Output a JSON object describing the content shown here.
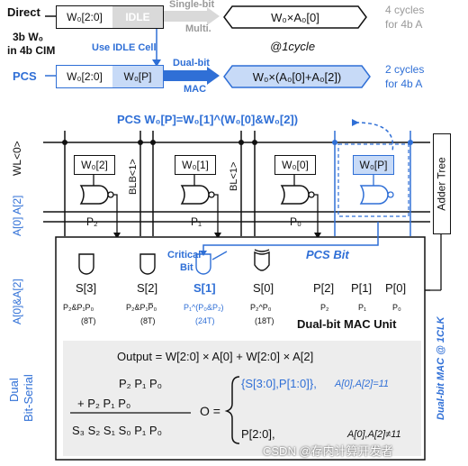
{
  "top": {
    "direct_label": "Direct",
    "cim_label_1": "3b W₀",
    "cim_label_2": "in 4b CIM",
    "direct_w": "W₀[2:0]",
    "direct_idle": "IDLE",
    "single_bit_1": "Single-bit",
    "single_bit_2": "Multi.",
    "direct_op": "W₀×A₀[0]",
    "direct_cycles_1": "4 cycles",
    "direct_cycles_2": "for 4b A",
    "use_idle": "Use IDLE Cell",
    "at_1cycle": "@1cycle",
    "pcs_label": "PCS",
    "pcs_w": "W₀[2:0]",
    "pcs_p": "W₀[P]",
    "dual_bit_1": "Dual-bit",
    "dual_bit_2": "MAC",
    "pcs_op": "W₀×(A₀[0]+A₀[2])",
    "pcs_cycles_1": "2 cycles",
    "pcs_cycles_2": "for 4b A"
  },
  "array": {
    "pcs_equation": "PCS W₀[P]=W₀[1]^(W₀[0]&W₀[2])",
    "wl": "WL<0>",
    "blb": "BLB<1>",
    "bl": "BL<1>",
    "a0a2": "A[0] A[2]",
    "cells": [
      "W₀[2]",
      "W₀[1]",
      "W₀[0]",
      "W₀[P]"
    ],
    "p_labels": [
      "P₂",
      "P₁",
      "P₀"
    ],
    "adder_tree": "Adder Tree"
  },
  "mac": {
    "critical_1": "Critical",
    "critical_2": "Bit",
    "pcs_bit": "PCS Bit",
    "s_labels": [
      "S[3]",
      "S[2]",
      "S[1]",
      "S[0]"
    ],
    "p_labels": [
      "P[2]",
      "P[1]",
      "P[0]"
    ],
    "s_exprs": [
      "P₂&P₁P₀",
      "P₂&P₁P̅₀",
      "P₁^(P₀&P₂)",
      "P₂^P₀"
    ],
    "s_sizes": [
      "(8T)",
      "(8T)",
      "(24T)",
      "(18T)"
    ],
    "p_subs": [
      "P₂",
      "P₁",
      "P₀"
    ],
    "unit_title": "Dual-bit MAC Unit",
    "side_label_1": "A[0]&A[2]",
    "side_label_2": "Dual",
    "side_label_3": "Bit-Serial",
    "right_label": "Dual-bit MAC @ 1CLK"
  },
  "output": {
    "formula": "Output = W[2:0] × A[0] + W[2:0] × A[2]",
    "row1": "P₂  P₁  P₀",
    "row2": "+  P₂  P₁  P₀",
    "row3": "S₃  S₂  S₁  S₀  P₁  P₀",
    "o_eq": "O =",
    "case1": "{S[3:0],P[1:0]},",
    "case1_cond": "A[0],A[2]=11",
    "case2": "P[2:0],",
    "case2_cond": "A[0],A[2]≠11"
  },
  "watermark": "CSDN @存内计算开发者"
}
